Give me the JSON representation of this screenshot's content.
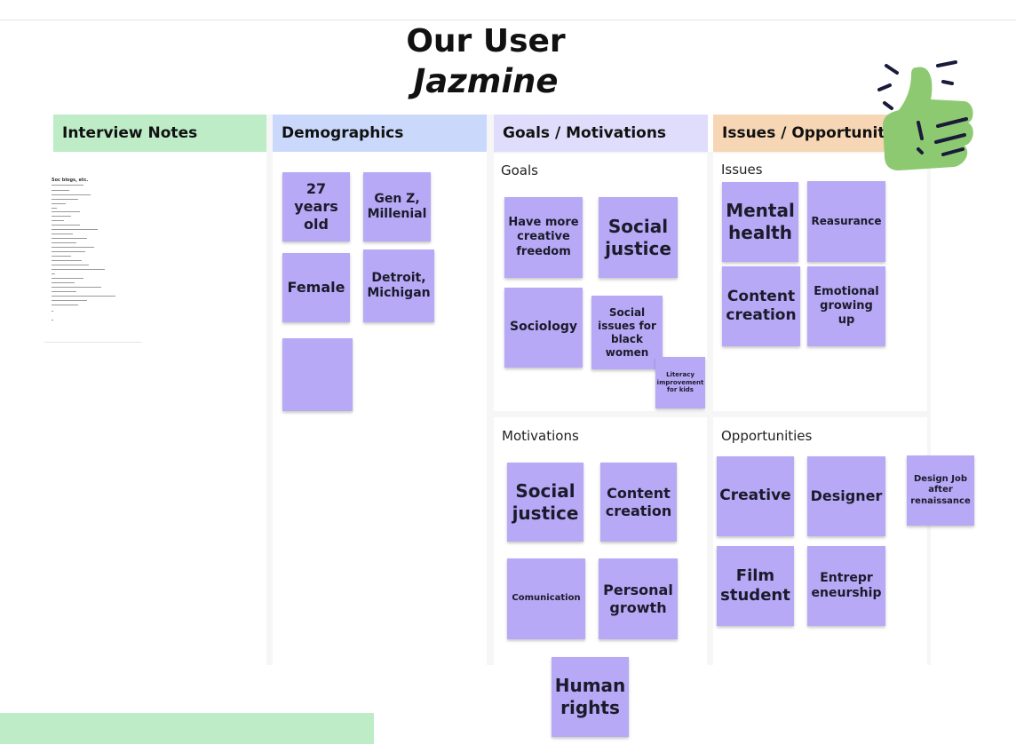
{
  "title": "Our User",
  "subtitle": "Jazmine",
  "columns": [
    {
      "label": "Interview Notes",
      "color": "#bdecc7"
    },
    {
      "label": "Demographics",
      "color": "#cad9fb"
    },
    {
      "label": "Goals / Motivations",
      "color": "#e0dcfb"
    },
    {
      "label": "Issues / Opportunities",
      "color": "#f6d6b4"
    }
  ],
  "interview_notes": {
    "doc_title": "Soc blogs, etc."
  },
  "demographics": {
    "stickies": [
      "27 years old",
      "Gen Z, Millenial",
      "Female",
      "Detroit, Michigan",
      ""
    ]
  },
  "goals": {
    "label": "Goals",
    "stickies": [
      "Have more creative freedom",
      "Social justice",
      "Sociology",
      "Social issues for black women",
      "Literacy improvement for kids"
    ]
  },
  "motivations": {
    "label": "Motivations",
    "stickies": [
      "Social justice",
      "Content creation",
      "Comunication",
      "Personal growth",
      "Human rights"
    ]
  },
  "issues": {
    "label": "Issues",
    "stickies": [
      "Mental health",
      "Reasurance",
      "Content creation",
      "Emotional growing up"
    ]
  },
  "opportunities": {
    "label": "Opportunities",
    "stickies": [
      "Creative",
      "Designer",
      "Design Job after renaissance",
      "Film student",
      "Entrepr eneurship"
    ]
  },
  "sticker": {
    "icon": "thumbs-up-icon",
    "color": "#8cc970"
  },
  "sticky_color": "#b7a9f6"
}
